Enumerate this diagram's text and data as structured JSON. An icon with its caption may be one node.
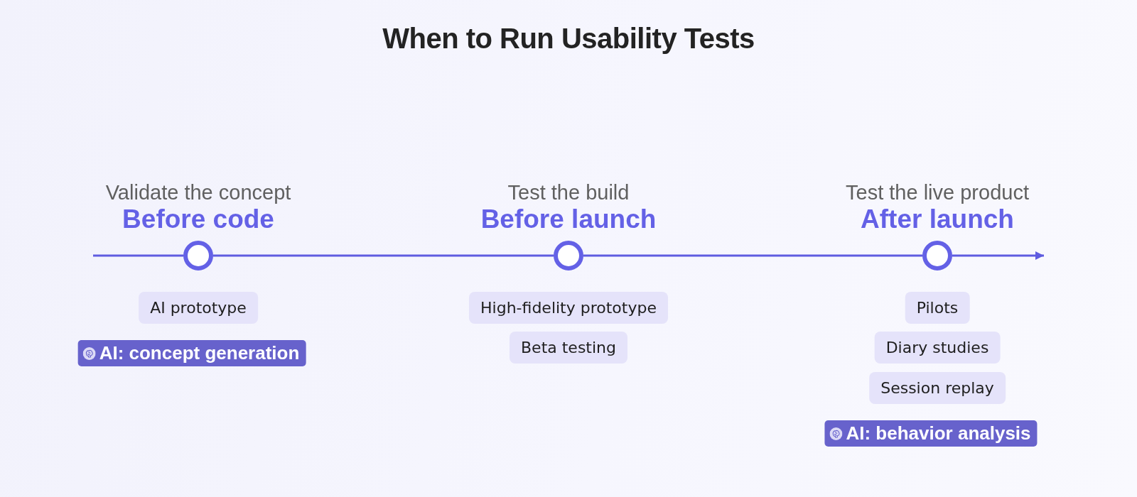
{
  "diagram": {
    "title": "When to Run Usability Tests",
    "nodes": [
      {
        "text": [],
        "shape": "circle",
        "beside": [
          "Validate the concept",
          "Before code"
        ]
      },
      {
        "text": [
          "AI prototype"
        ]
      },
      {
        "text": [
          "AI: concept generation"
        ]
      },
      {
        "text": [],
        "shape": "circle",
        "beside": [
          "Test the build",
          "Before launch"
        ]
      },
      {
        "text": [
          "High-fidelity prototype"
        ]
      },
      {
        "text": [
          "Beta testing"
        ]
      },
      {
        "text": [],
        "shape": "circle",
        "beside": [
          "Test the live product",
          "After launch"
        ]
      },
      {
        "text": [
          "Pilots"
        ]
      },
      {
        "text": [
          "Diary studies"
        ]
      },
      {
        "text": [
          "Session replay"
        ]
      },
      {
        "text": [
          "AI: behavior analysis"
        ]
      }
    ],
    "edges": [
      {
        "from": null,
        "to": 0,
        "arrow": "none"
      },
      {
        "from": 0,
        "to": 3,
        "arrow": "none"
      },
      {
        "from": 3,
        "to": 6,
        "arrow": "none"
      },
      {
        "from": 6,
        "to": null,
        "arrow": "to"
      }
    ]
  }
}
